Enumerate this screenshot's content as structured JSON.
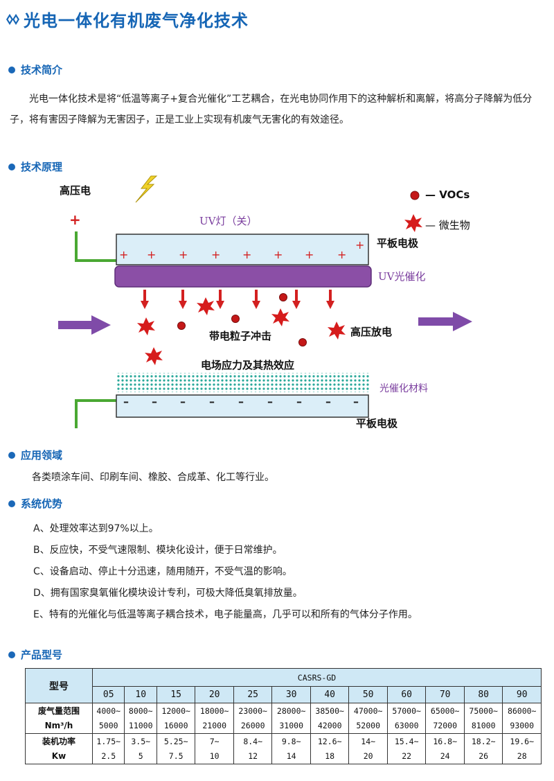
{
  "header": {
    "title": "光电一体化有机废气净化技术"
  },
  "sections": {
    "intro": {
      "title": "技术简介",
      "text": "光电一体化技术是将“低温等离子+复合光催化”工艺耦合，在光电协同作用下的这种解析和离解，将高分子降解为低分子，将有害因子降解为无害因子，正是工业上实现有机废气无害化的有效途径。"
    },
    "principle": {
      "title": "技术原理"
    },
    "application": {
      "title": "应用领域",
      "text": "各类喷涂车间、印刷车间、橡胶、合成革、化工等行业。"
    },
    "advantages": {
      "title": "系统优势",
      "items": [
        "A、处理效率达到97%以上。",
        "B、反应快，不受气速限制、模块化设计，便于日常维护。",
        "C、设备启动、停止十分迅速，随用随开，不受气温的影响。",
        "D、拥有国家臭氧催化模块设计专利，可极大降低臭氧排放量。",
        "E、特有的光催化与低温等离子耦合技术，电子能量高，几乎可以和所有的气体分子作用。"
      ]
    },
    "models": {
      "title": "产品型号"
    }
  },
  "diagram": {
    "high_voltage": "高压电",
    "voc_legend": "— VOCs",
    "microbe_legend": "— 微生物",
    "uv_lamp": "UV灯（关）",
    "plate_electrode_top": "平板电极",
    "uv_catalysis": "UV光催化",
    "charged_particle": "带电粒子冲击",
    "discharge": "高压放电",
    "field_stress": "电场应力及其热效应",
    "catalyst_material": "光催化材料",
    "plate_electrode_bottom": "平板电极",
    "plus": "+",
    "minus": "–",
    "colors": {
      "purple": "#8b4fa6",
      "red": "#d32020",
      "teal": "#2aa89a",
      "green": "#4aa833",
      "arrow": "#7f4ba8"
    }
  },
  "spec_table": {
    "model_label": "型号",
    "series": "CASRS-GD",
    "models": [
      "05",
      "10",
      "15",
      "20",
      "25",
      "30",
      "40",
      "50",
      "60",
      "70",
      "80",
      "90"
    ],
    "rows": [
      {
        "label1": "废气量范围",
        "label2": "Nm³/h",
        "top": [
          "4000~",
          "8000~",
          "12000~",
          "18000~",
          "23000~",
          "28000~",
          "38500~",
          "47000~",
          "57000~",
          "65000~",
          "75000~",
          "86000~"
        ],
        "bottom": [
          "5000",
          "11000",
          "16000",
          "21000",
          "26000",
          "31000",
          "42000",
          "52000",
          "63000",
          "72000",
          "81000",
          "93000"
        ]
      },
      {
        "label1": "装机功率",
        "label2": "Kw",
        "top": [
          "1.75~",
          "3.5~",
          "5.25~",
          "7~",
          "8.4~",
          "9.8~",
          "12.6~",
          "14~",
          "15.4~",
          "16.8~",
          "18.2~",
          "19.6~"
        ],
        "bottom": [
          "2.5",
          "5",
          "7.5",
          "10",
          "12",
          "14",
          "18",
          "20",
          "22",
          "24",
          "26",
          "28"
        ]
      }
    ]
  }
}
